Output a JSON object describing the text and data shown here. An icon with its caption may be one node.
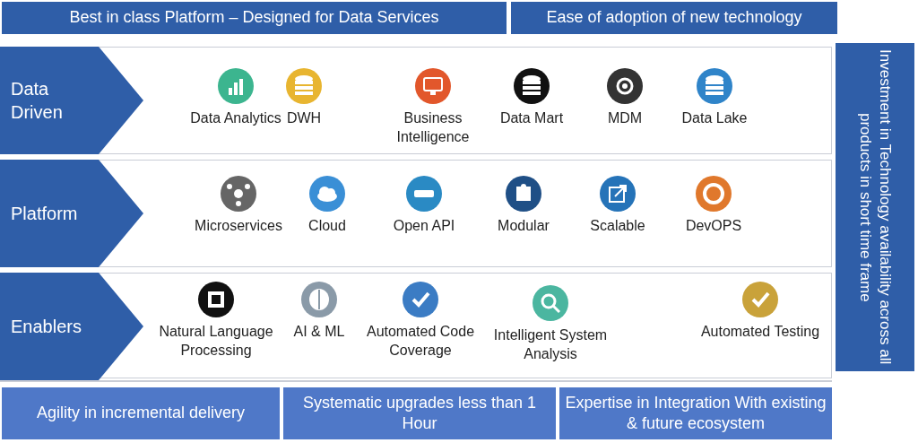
{
  "diagram": {
    "nodes": [
      {
        "text": [
          "Best in class Platform – Designed for Data Services"
        ]
      },
      {
        "text": [
          "Ease of adoption of new technology"
        ]
      },
      {
        "text": [
          "Data Driven"
        ]
      },
      {
        "text": [
          "Platform"
        ]
      },
      {
        "text": [
          "Enablers"
        ]
      },
      {
        "text": [
          "Investment in Technology availability across all products in short time frame"
        ]
      },
      {
        "text": [
          "Agility in incremental delivery"
        ]
      },
      {
        "text": [
          "Systematic upgrades less than 1 Hour"
        ]
      },
      {
        "text": [
          "Expertise in Integration With existing & future ecosystem"
        ]
      }
    ],
    "labels": [
      "Data Analytics",
      "DWH",
      "Business Intelligence",
      "Data Mart",
      "MDM",
      "Data Lake",
      "Microservices",
      "Cloud",
      "Open API",
      "Modular",
      "Scalable",
      "DevOPS",
      "Natural Language Processing",
      "AI & ML",
      "Automated Code Coverage",
      "Intelligent System Analysis",
      "Automated Testing"
    ]
  }
}
